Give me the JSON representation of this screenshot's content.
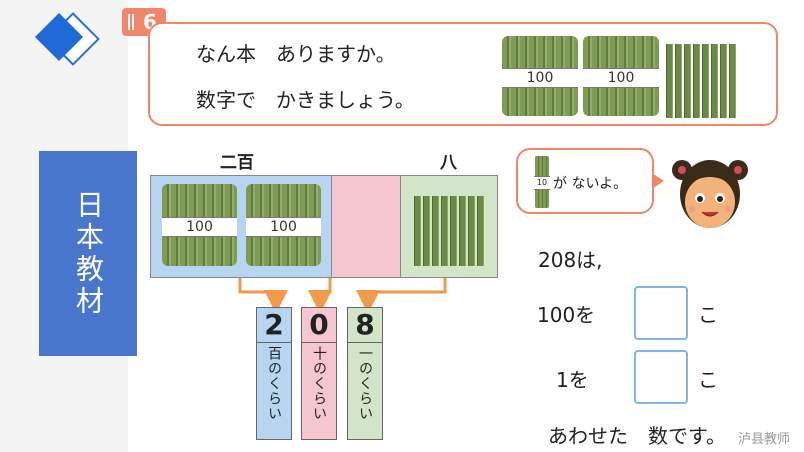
{
  "sidebar": {
    "label": "日本教材"
  },
  "problem": {
    "number": "6",
    "line1": "なん本　ありますか。",
    "line2": "数字で　かきましょう。",
    "bundle_label": "100"
  },
  "places": {
    "hundreds_heading": "二百",
    "ones_heading": "八",
    "bundle_label": "100"
  },
  "digits": [
    {
      "value": "2",
      "place": "百のくらい",
      "color": "#b7d4f0"
    },
    {
      "value": "0",
      "place": "十のくらい",
      "color": "#f5c6cf"
    },
    {
      "value": "8",
      "place": "一のくらい",
      "color": "#d3e5c9"
    }
  ],
  "bubble": {
    "stick_label": "10",
    "text": "が ないよ。"
  },
  "answer": {
    "line1": "208は,",
    "line2_prefix": "100を",
    "line2_suffix": "こ",
    "line3_prefix": "1を",
    "line3_suffix": "こ",
    "line4": "あわせた　数です。"
  },
  "colors": {
    "accent": "#f0876b",
    "sidebar": "#4876cc",
    "arrow": "#f09a4a",
    "input_border": "#7fb6e8"
  },
  "watermark": "泸县教师"
}
